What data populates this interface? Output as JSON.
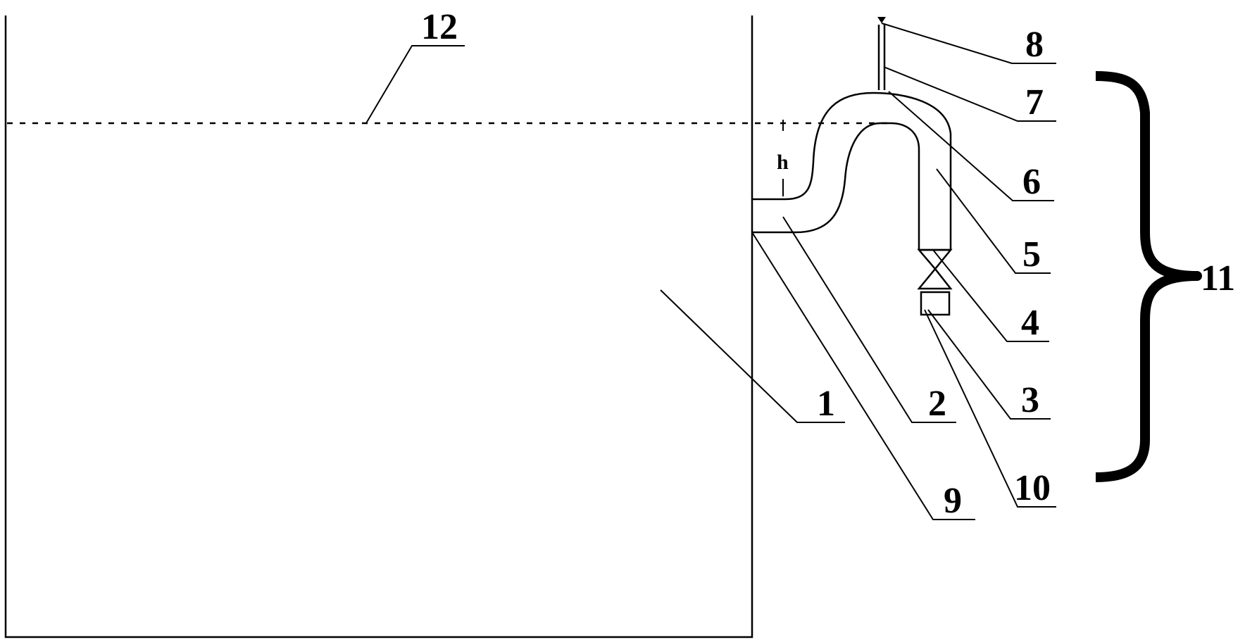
{
  "labels": {
    "l1": "1",
    "l2": "2",
    "l3": "3",
    "l4": "4",
    "l5": "5",
    "l6": "6",
    "l7": "7",
    "l8": "8",
    "l9": "9",
    "l10": "10",
    "l11": "11",
    "l12": "12",
    "h": "h"
  }
}
